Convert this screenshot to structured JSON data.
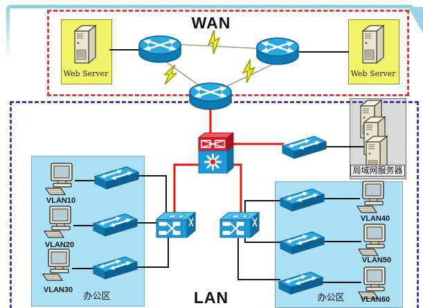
{
  "diagram": {
    "title_wan": "WAN",
    "title_lan": "LAN",
    "wan": {
      "web_server_left": {
        "label": "Web Server"
      },
      "web_server_right": {
        "label": "Web Server"
      },
      "routers": [
        "wan-router-left",
        "wan-router-right",
        "edge-router"
      ]
    },
    "lan": {
      "core_switch": "multilayer-core-switch",
      "server_switch": "server-access-switch",
      "server_rack": {
        "label": "局域网服务器"
      },
      "office_left": {
        "label": "办公区",
        "hosts": [
          {
            "label": "VLAN10"
          },
          {
            "label": "VLAN20"
          },
          {
            "label": "VLAN30"
          }
        ]
      },
      "office_right": {
        "label": "办公区",
        "hosts": [
          {
            "label": "VLAN40"
          },
          {
            "label": "VLAN50"
          },
          {
            "label": "VLAN60"
          }
        ]
      }
    },
    "icons": {
      "router": "router-icon",
      "access_switch": "switch-icon",
      "distribution_switch": "workgroup-switch-icon",
      "core_switch": "multilayer-switch-icon",
      "server": "tower-server-icon",
      "pc": "desktop-pc-icon",
      "serial_link": "lightning-bolt-icon"
    },
    "colors": {
      "wan_border": "#e23b3b",
      "lan_border": "#3d3da2",
      "link_red": "#e01212",
      "link_black": "#111111",
      "link_gray": "#a0a080",
      "cisco_blue": "#1b9cd8",
      "accent_teal": "#8ed2de",
      "web_server_bg": "#f4f46a",
      "office_bg": "#abdff3",
      "rack_bg": "#d9d9d9",
      "bolt_yellow": "#f4ef25"
    }
  }
}
